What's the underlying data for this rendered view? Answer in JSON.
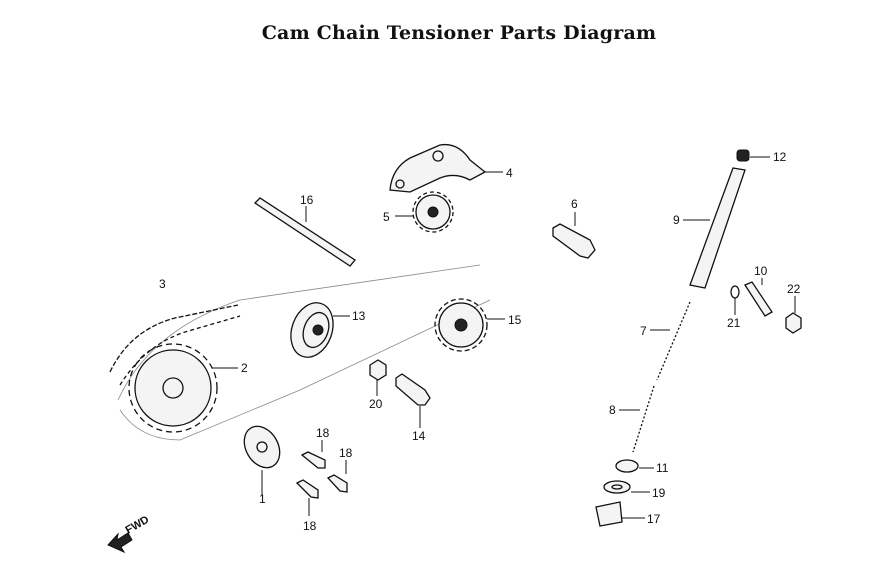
{
  "title": "Cam Chain Tensioner Parts Diagram",
  "direction_label": "FWD",
  "callouts": [
    {
      "id": "1",
      "label": "1"
    },
    {
      "id": "2",
      "label": "2"
    },
    {
      "id": "3",
      "label": "3"
    },
    {
      "id": "4",
      "label": "4"
    },
    {
      "id": "5",
      "label": "5"
    },
    {
      "id": "6",
      "label": "6"
    },
    {
      "id": "7",
      "label": "7"
    },
    {
      "id": "8",
      "label": "8"
    },
    {
      "id": "9",
      "label": "9"
    },
    {
      "id": "10",
      "label": "10"
    },
    {
      "id": "11",
      "label": "11"
    },
    {
      "id": "12",
      "label": "12"
    },
    {
      "id": "13",
      "label": "13"
    },
    {
      "id": "14",
      "label": "14"
    },
    {
      "id": "15",
      "label": "15"
    },
    {
      "id": "16",
      "label": "16"
    },
    {
      "id": "17",
      "label": "17"
    },
    {
      "id": "18a",
      "label": "18"
    },
    {
      "id": "18b",
      "label": "18"
    },
    {
      "id": "18c",
      "label": "18"
    },
    {
      "id": "19",
      "label": "19"
    },
    {
      "id": "20",
      "label": "20"
    },
    {
      "id": "21",
      "label": "21"
    },
    {
      "id": "22",
      "label": "22"
    }
  ]
}
